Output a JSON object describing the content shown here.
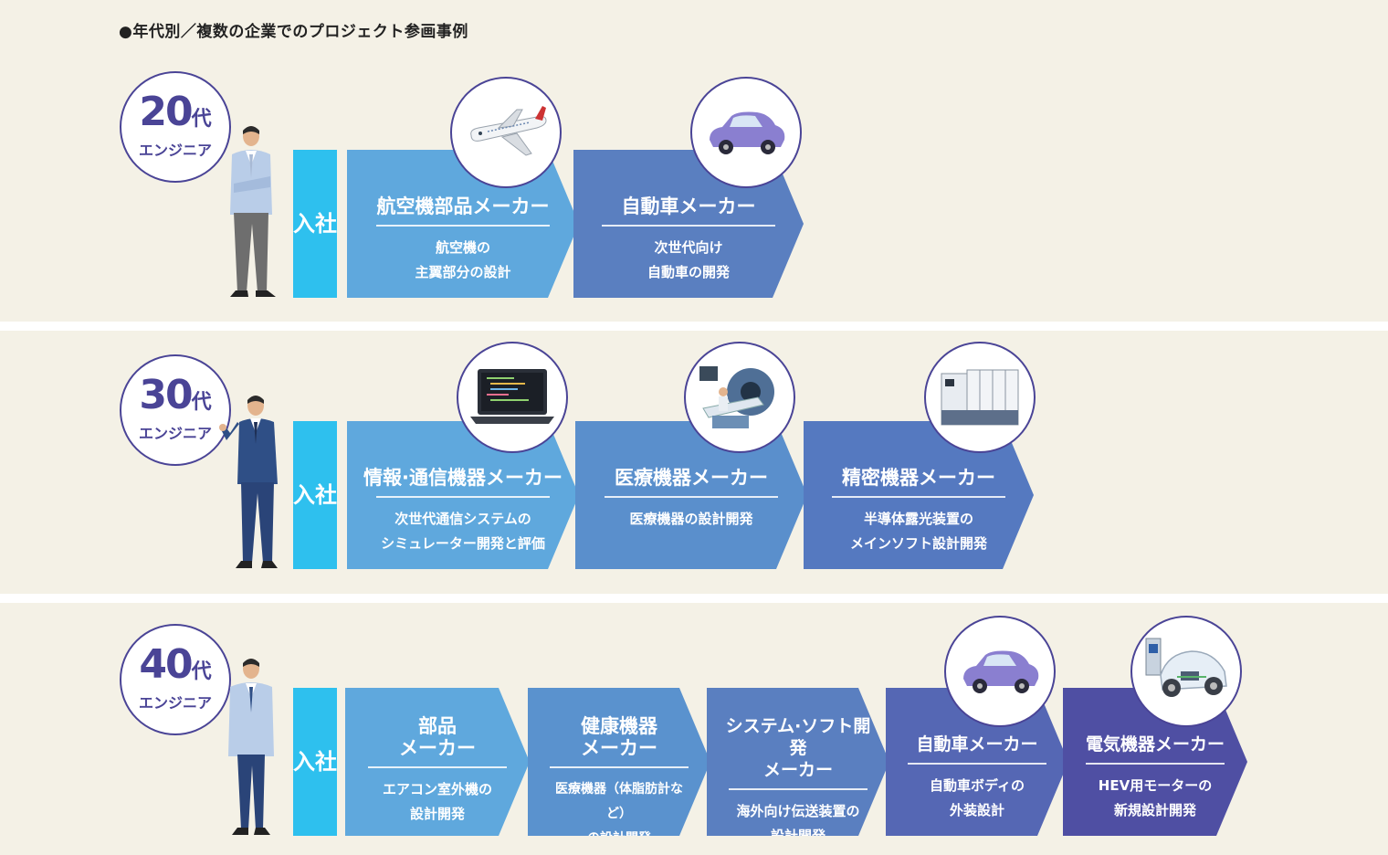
{
  "heading": "●年代別／複数の企業でのプロジェクト参画事例",
  "join_label": "入社",
  "rows": [
    {
      "age_num": "20",
      "age_suffix": "代",
      "role": "エンジニア",
      "steps": [
        {
          "company": "航空機部品メーカー",
          "desc": "航空機の\n主翼部分の設計",
          "color": "#5fa8dd",
          "icon": "airplane-icon"
        },
        {
          "company": "自動車メーカー",
          "desc": "次世代向け\n自動車の開発",
          "color": "#5a7fc0",
          "icon": "car-icon"
        }
      ]
    },
    {
      "age_num": "30",
      "age_suffix": "代",
      "role": "エンジニア",
      "steps": [
        {
          "company": "情報·通信機器メーカー",
          "desc": "次世代通信システムの\nシミュレーター開発と評価",
          "color": "#5fa8dd",
          "icon": "laptop-icon"
        },
        {
          "company": "医療機器メーカー",
          "desc": "医療機器の設計開発",
          "color": "#5a8fcc",
          "icon": "mri-scanner-icon"
        },
        {
          "company": "精密機器メーカー",
          "desc": "半導体露光装置の\nメインソフト設計開発",
          "color": "#5579c0",
          "icon": "exposure-machine-icon"
        }
      ]
    },
    {
      "age_num": "40",
      "age_suffix": "代",
      "role": "エンジニア",
      "steps": [
        {
          "company": "部品\nメーカー",
          "desc": "エアコン室外機の\n設計開発",
          "color": "#5fa8dd",
          "icon": ""
        },
        {
          "company": "健康機器\nメーカー",
          "desc": "医療機器（体脂肪計など）\nの設計開発",
          "color": "#5a92ce",
          "icon": ""
        },
        {
          "company": "システム·ソフト開発\nメーカー",
          "desc": "海外向け伝送装置の\n設計開発",
          "color": "#5a7fc0",
          "icon": ""
        },
        {
          "company": "自動車メーカー",
          "desc": "自動車ボディの\n外装設計",
          "color": "#5567b4",
          "icon": "car-icon"
        },
        {
          "company": "電気機器メーカー",
          "desc": "HEV用モーターの\n新規設計開発",
          "color": "#4f4fa3",
          "icon": "hybrid-car-icon"
        }
      ]
    }
  ]
}
